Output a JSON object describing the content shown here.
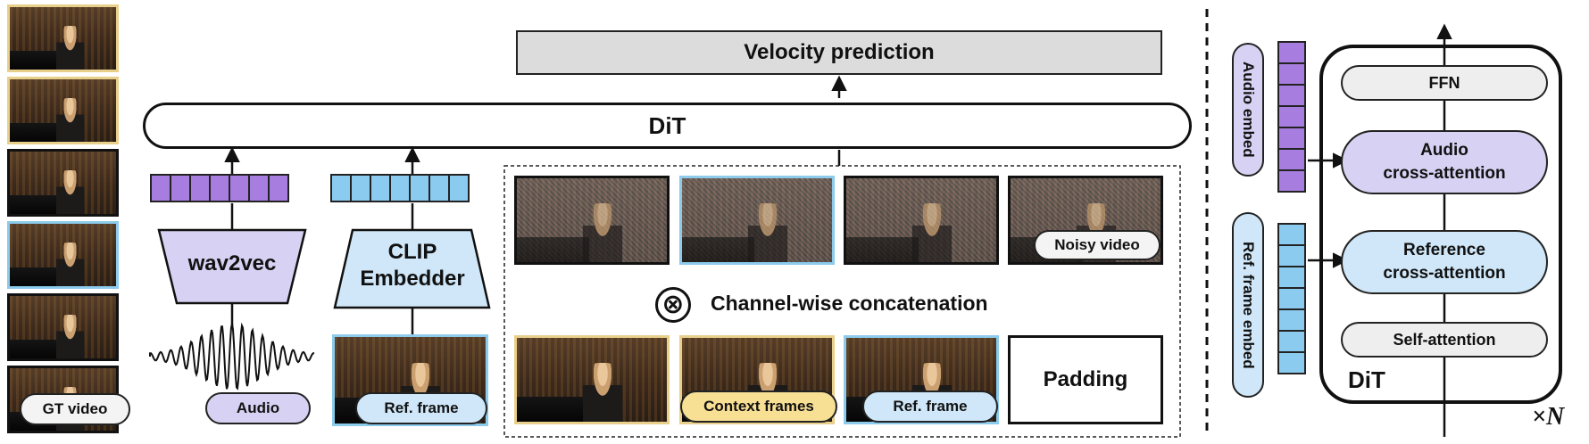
{
  "title": "Velocity prediction",
  "dit_label": "DiT",
  "encoders": {
    "audio_encoder": "wav2vec",
    "image_encoder_line1": "CLIP",
    "image_encoder_line2": "Embedder"
  },
  "labels": {
    "gt_video": "GT video",
    "audio": "Audio",
    "ref_frame": "Ref. frame",
    "noisy_video": "Noisy video",
    "concat": "Channel-wise concatenation",
    "concat_symbol": "⊗",
    "context_frames": "Context frames",
    "ref_frame_2": "Ref. frame",
    "padding": "Padding"
  },
  "right_panel": {
    "audio_embed": "Audio embed",
    "ref_frame_embed": "Ref. frame embed",
    "ffn": "FFN",
    "audio_cross_line1": "Audio",
    "audio_cross_line2": "cross-attention",
    "ref_cross_line1": "Reference",
    "ref_cross_line2": "cross-attention",
    "self_attention": "Self-attention",
    "dit": "DiT",
    "repeat": "×N"
  },
  "colors": {
    "purple": "#a77ee0",
    "blue": "#8ccbf0",
    "purple_light": "#d7d2f3",
    "blue_light": "#cfe7f8",
    "yellow": "#f7df94",
    "gray": "#dcdcdc"
  },
  "icons": {
    "waveform": "audio-waveform-icon",
    "concat": "circle-times-icon"
  }
}
